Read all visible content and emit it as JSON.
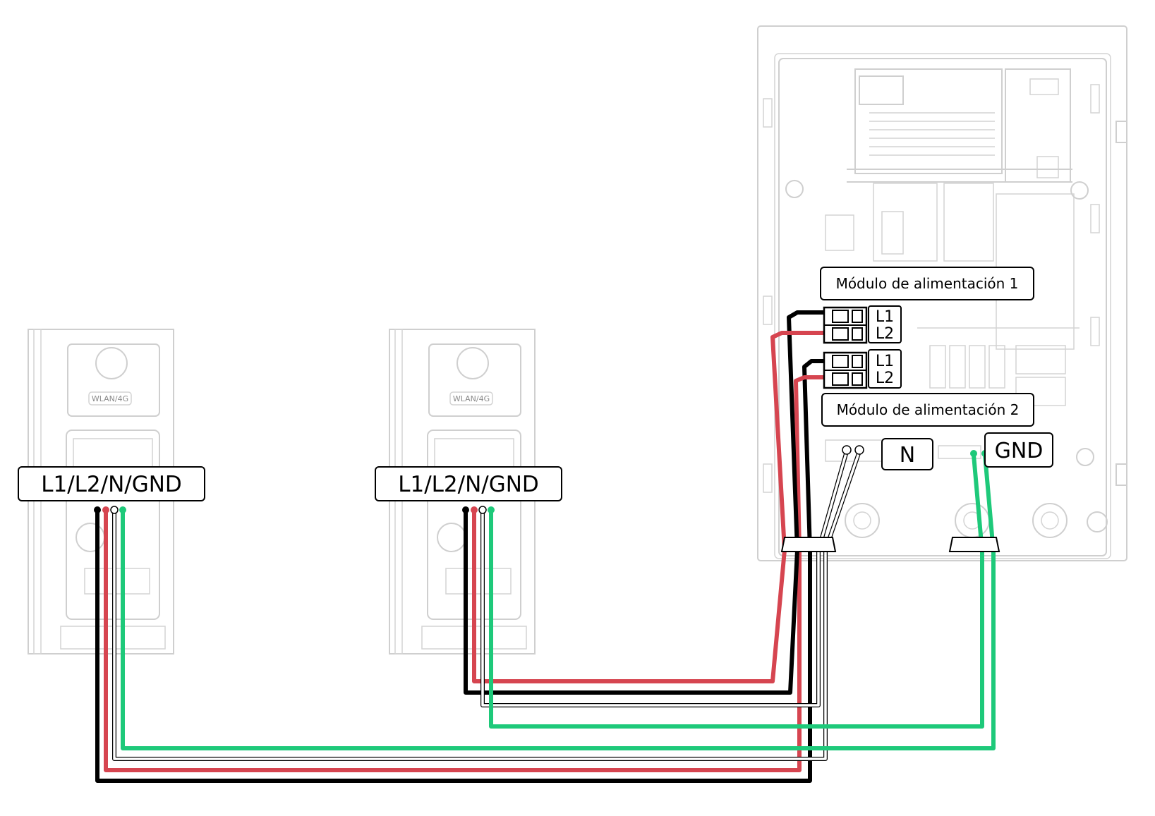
{
  "charger_1": {
    "terminal_label": "L1/L2/N/GND",
    "badge": "WLAN/4G"
  },
  "charger_2": {
    "terminal_label": "L1/L2/N/GND",
    "badge": "WLAN/4G"
  },
  "panel": {
    "module_1_label": "Módulo de alimentación 1",
    "module_2_label": "Módulo de alimentación 2",
    "breaker_1": {
      "l1": "L1",
      "l2": "L2"
    },
    "breaker_2": {
      "l1": "L1",
      "l2": "L2"
    },
    "neutral_label": "N",
    "ground_label": "GND"
  },
  "colors": {
    "line_1": "#000000",
    "line_2": "#d64550",
    "neutral": "#ffffff",
    "ground": "#1ec97a",
    "equipment_outline": "#cfcfcf"
  }
}
